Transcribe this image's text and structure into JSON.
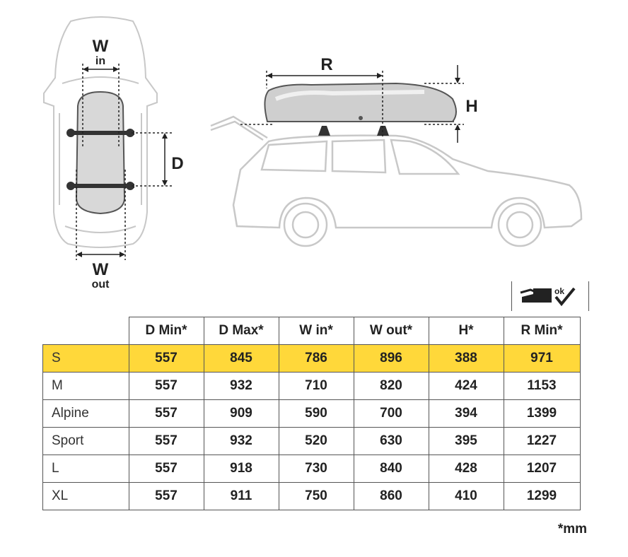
{
  "diagram": {
    "top_view": {
      "w_label": "W",
      "w_in_sub": "in",
      "d_label": "D",
      "w_out_label": "W",
      "w_out_sub": "out"
    },
    "side_view": {
      "r_label": "R",
      "h_label": "H"
    },
    "rmin_badge": "ok"
  },
  "table": {
    "headers": [
      "",
      "D Min*",
      "D Max*",
      "W in*",
      "W out*",
      "H*",
      "R Min*"
    ],
    "rows": [
      {
        "model": "S",
        "d_min": "557",
        "d_max": "845",
        "w_in": "786",
        "w_out": "896",
        "h": "388",
        "r_min": "971",
        "highlight": true
      },
      {
        "model": "M",
        "d_min": "557",
        "d_max": "932",
        "w_in": "710",
        "w_out": "820",
        "h": "424",
        "r_min": "1153",
        "highlight": false
      },
      {
        "model": "Alpine",
        "d_min": "557",
        "d_max": "909",
        "w_in": "590",
        "w_out": "700",
        "h": "394",
        "r_min": "1399",
        "highlight": false
      },
      {
        "model": "Sport",
        "d_min": "557",
        "d_max": "932",
        "w_in": "520",
        "w_out": "630",
        "h": "395",
        "r_min": "1227",
        "highlight": false
      },
      {
        "model": "L",
        "d_min": "557",
        "d_max": "918",
        "w_in": "730",
        "w_out": "840",
        "h": "428",
        "r_min": "1207",
        "highlight": false
      },
      {
        "model": "XL",
        "d_min": "557",
        "d_max": "911",
        "w_in": "750",
        "w_out": "860",
        "h": "410",
        "r_min": "1299",
        "highlight": false
      }
    ],
    "highlight_color": "#ffd83a"
  },
  "unit_note": "*mm"
}
